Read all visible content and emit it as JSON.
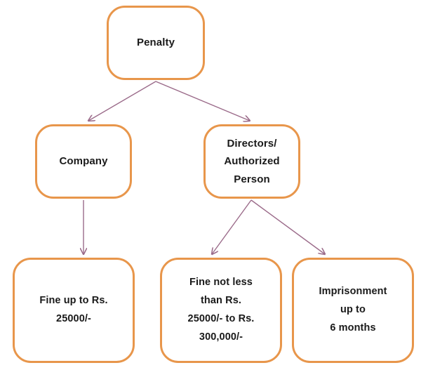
{
  "diagram": {
    "title": "Penalty",
    "type": "flowchart",
    "background_color": "#ffffff",
    "node_border_color": "#E8964B",
    "node_fill_color": "#ffffff",
    "node_text_color": "#1a1a1a",
    "edge_color": "#9B6B8A",
    "nodes": {
      "penalty": {
        "label": "Penalty"
      },
      "company": {
        "label": "Company"
      },
      "directors": {
        "label": "Directors/\nAuthorized\nPerson"
      },
      "fine_company": {
        "label": "Fine up to Rs.\n25000/-"
      },
      "fine_director": {
        "label": "Fine not less\nthan Rs.\n25000/- to Rs.\n300,000/-"
      },
      "imprisonment": {
        "label": "Imprisonment\nup to\n6 months"
      }
    },
    "edges": [
      {
        "id": "penalty-to-company",
        "from": "penalty",
        "to": "company",
        "arrowhead": true
      },
      {
        "id": "penalty-to-directors",
        "from": "penalty",
        "to": "directors",
        "arrowhead": true
      },
      {
        "id": "company-to-fine",
        "from": "company",
        "to": "fine_company",
        "arrowhead": true
      },
      {
        "id": "directors-to-fine",
        "from": "directors",
        "to": "fine_director",
        "arrowhead": true
      },
      {
        "id": "directors-to-imprisonment",
        "from": "directors",
        "to": "imprisonment",
        "arrowhead": true
      }
    ]
  }
}
